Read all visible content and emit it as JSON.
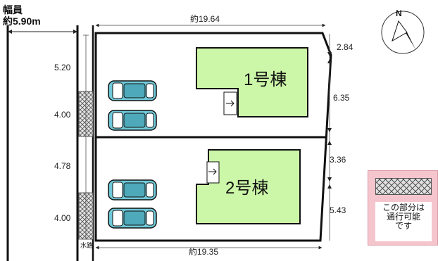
{
  "road": {
    "width_label": "幅員",
    "width_value": "約5.90m"
  },
  "site": {
    "top_frontage": "約19.64",
    "bottom_frontage": "約19.35",
    "left_depths": [
      "5.20",
      "4.00",
      "4.78",
      "4.00"
    ],
    "right_depths": [
      "2.84",
      "6.35",
      "3.36",
      "5.43"
    ],
    "waterway_label": "水路"
  },
  "buildings": [
    {
      "name": "1号棟"
    },
    {
      "name": "2号棟"
    }
  ],
  "legend": {
    "line1": "この部分は",
    "line2": "通行可能",
    "line3": "です"
  },
  "compass": {
    "north_label": "N"
  },
  "colors": {
    "building_fill": "#ccf7a8",
    "car_body": "#6fc9d8",
    "legend_bg": "#f4c5cd",
    "background": "#ffffff"
  }
}
